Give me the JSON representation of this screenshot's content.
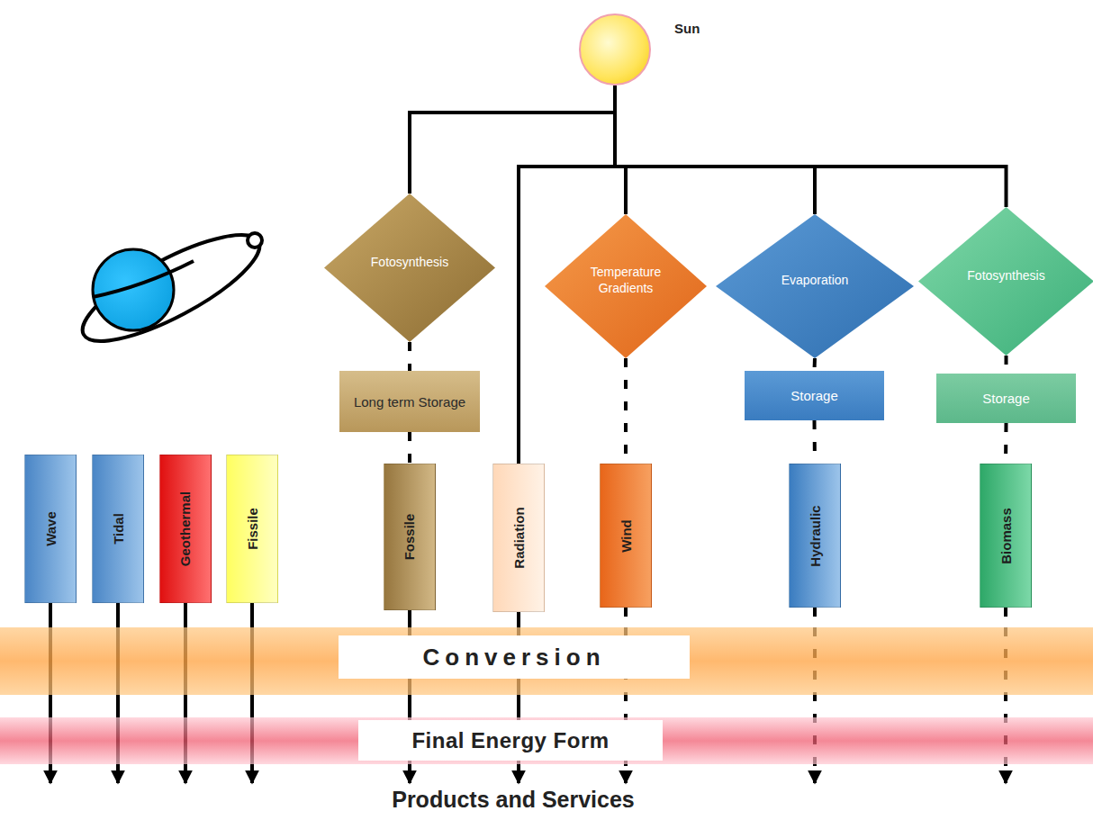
{
  "diagram": {
    "nodes": [
      {
        "text": [
          "Sun"
        ]
      },
      {
        "text": [
          "Fotosynthesis"
        ]
      },
      {
        "text": [
          "Temperature Gradients"
        ]
      },
      {
        "text": [
          "Evaporation"
        ]
      },
      {
        "text": [
          "Fotosynthesis"
        ]
      },
      {
        "text": [
          "Long term Storage"
        ]
      },
      {
        "text": [
          "Storage"
        ]
      },
      {
        "text": [
          "Storage"
        ]
      },
      {
        "text": [
          "Wave"
        ]
      },
      {
        "text": [
          "Tidal"
        ]
      },
      {
        "text": [
          "Geothermal"
        ]
      },
      {
        "text": [
          "Fissile"
        ]
      },
      {
        "text": [
          "Fossile"
        ]
      },
      {
        "text": [
          "Radiation"
        ]
      },
      {
        "text": [
          "Wind"
        ]
      },
      {
        "text": [
          "Hydraulic"
        ]
      },
      {
        "text": [
          "Biomass"
        ]
      },
      {
        "text": [
          "Conversion"
        ]
      },
      {
        "text": [
          "Final Energy Form"
        ]
      }
    ],
    "edges": [
      {
        "from": 0,
        "to": 1,
        "arrow": "none"
      },
      {
        "from": 0,
        "to": 13,
        "arrow": "none"
      },
      {
        "from": 0,
        "to": 2,
        "arrow": "none"
      },
      {
        "from": 0,
        "to": 3,
        "arrow": "none"
      },
      {
        "from": 0,
        "to": 4,
        "arrow": "none"
      },
      {
        "from": 1,
        "to": 5,
        "arrow": "none"
      },
      {
        "from": 5,
        "to": 12,
        "arrow": "none"
      },
      {
        "from": 2,
        "to": 14,
        "arrow": "none"
      },
      {
        "from": 3,
        "to": 6,
        "arrow": "none"
      },
      {
        "from": 6,
        "to": 15,
        "arrow": "none"
      },
      {
        "from": 4,
        "to": 7,
        "arrow": "none"
      },
      {
        "from": 7,
        "to": 16,
        "arrow": "none"
      },
      {
        "from": 8,
        "to": 17,
        "arrow": "none"
      },
      {
        "from": 9,
        "to": 17,
        "arrow": "none"
      },
      {
        "from": 10,
        "to": 17,
        "arrow": "none"
      },
      {
        "from": 11,
        "to": 17,
        "arrow": "none"
      },
      {
        "from": 12,
        "to": 17,
        "arrow": "none"
      },
      {
        "from": 13,
        "to": 17,
        "arrow": "none"
      },
      {
        "from": 14,
        "to": 17,
        "arrow": "none"
      },
      {
        "from": 15,
        "to": 17,
        "arrow": "none"
      },
      {
        "from": 16,
        "to": 17,
        "arrow": "none"
      }
    ],
    "labels": [
      "Products and Services"
    ]
  }
}
